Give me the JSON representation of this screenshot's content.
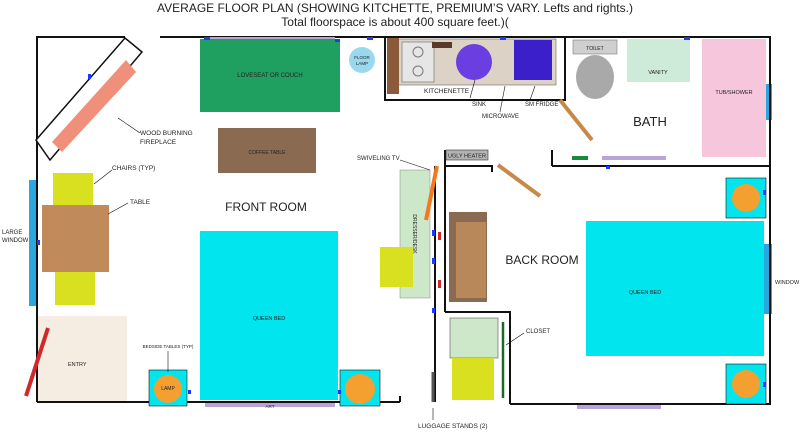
{
  "header": {
    "line1": "AVERAGE FLOOR PLAN (SHOWING KITCHETTE, PREMIUM’S VARY. Lefts and rights.)",
    "line2": "Total floorspace is about 400 square feet.)("
  },
  "rooms": {
    "front_room": "FRONT ROOM",
    "back_room": "BACK ROOM",
    "bath": "BATH",
    "entry": "ENTRY"
  },
  "fixtures": {
    "art_top": "ART",
    "art_bottom": "ART",
    "loveseat": "LOVESEAT  OR COUCH",
    "floor_lamp_1": "FLOOR",
    "floor_lamp_2": "LAMP",
    "kitchenette": "KITCHENETTE",
    "sink": "SINK",
    "microwave": "MICROWAVE",
    "sm_fridge": "SM FRIDGE",
    "toilet": "TOILET",
    "vanity": "VANITY",
    "tub_shower": "TUB/SHOWER",
    "wood_burning_1": "WOOD BURNING",
    "wood_burning_2": "FIREPLACE",
    "coffee_table": "COFFEE TABLE",
    "chairs": "CHAIRS (TYP)",
    "table": "TABLE",
    "large_window_1": "LARGE",
    "large_window_2": "WINDOW",
    "swiveling_tv": "SWIVELING TV",
    "ugly_heater": "UGLY HEATER",
    "dresser_desk": "DRESSER/DESK",
    "queen_bed_front": "QUEEN BED",
    "queen_bed_back": "QUEEN BED",
    "window_right": "WINDOW",
    "bedside_tables": "BEDSIDE TABLES (TYP)",
    "lamp": "LAMP",
    "closet": "CLOSET",
    "luggage_stands": "LUGGAGE STANDS (2)"
  },
  "colors": {
    "wall": "#111111",
    "bed": "#00e5ee",
    "loveseat": "#20a060",
    "fireplace": "#f0907a",
    "chair": "#d8e020",
    "table": "#c08a5a",
    "coffee_table": "#8a6a50",
    "tub": "#f6c6dc",
    "vanity": "#cdebd8",
    "dresser": "#cde8c8",
    "art": "#b8a4d8",
    "lamp": "#f4a030",
    "window": "#29a8e0",
    "entry": "#f6ede2",
    "microwave": "#3b1fc8",
    "sink": "#6a3ee0"
  }
}
